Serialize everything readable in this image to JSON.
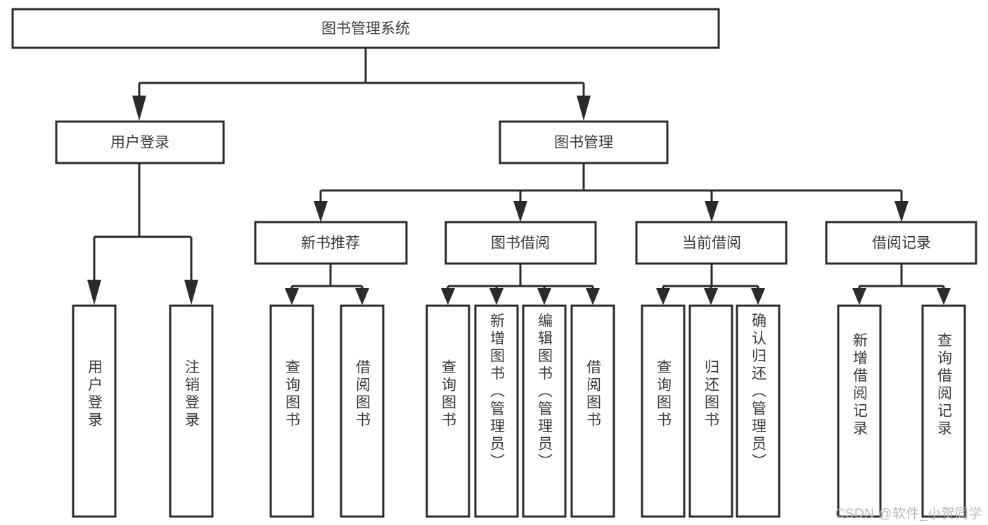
{
  "diagram": {
    "type": "tree",
    "orientation": "top-down",
    "title": "图书管理系统",
    "watermark": "CSDN @软件_小贺同学",
    "colors": {
      "box_stroke": "#2b2b2b",
      "box_fill": "#ffffff",
      "text": "#3a3a3a",
      "connector": "#2b2b2b",
      "watermark": "#b9b9b9",
      "background": "#ffffff"
    },
    "root": {
      "label": "图书管理系统"
    },
    "level1": [
      {
        "id": "user-login",
        "label": "用户登录"
      },
      {
        "id": "book-manage",
        "label": "图书管理"
      }
    ],
    "level2": [
      {
        "id": "new-book-recommend",
        "label": "新书推荐",
        "parent": "book-manage"
      },
      {
        "id": "book-borrow",
        "label": "图书借阅",
        "parent": "book-manage"
      },
      {
        "id": "current-borrow",
        "label": "当前借阅",
        "parent": "book-manage"
      },
      {
        "id": "borrow-record",
        "label": "借阅记录",
        "parent": "book-manage"
      }
    ],
    "leaves": [
      {
        "id": "leaf-user-login",
        "label": "用户登录",
        "parent": "user-login"
      },
      {
        "id": "leaf-logout",
        "label": "注销登录",
        "parent": "user-login"
      },
      {
        "id": "leaf-query-book-1",
        "label": "查询图书",
        "parent": "new-book-recommend"
      },
      {
        "id": "leaf-borrow-book-1",
        "label": "借阅图书",
        "parent": "new-book-recommend"
      },
      {
        "id": "leaf-query-book-2",
        "label": "查询图书",
        "parent": "book-borrow"
      },
      {
        "id": "leaf-add-book",
        "label": "新增图书（管理员）",
        "parent": "book-borrow"
      },
      {
        "id": "leaf-edit-book",
        "label": "编辑图书（管理员）",
        "parent": "book-borrow"
      },
      {
        "id": "leaf-borrow-book-2",
        "label": "借阅图书",
        "parent": "book-borrow"
      },
      {
        "id": "leaf-query-book-3",
        "label": "查询图书",
        "parent": "current-borrow"
      },
      {
        "id": "leaf-return-book",
        "label": "归还图书",
        "parent": "current-borrow"
      },
      {
        "id": "leaf-confirm-return",
        "label": "确认归还（管理员）",
        "parent": "current-borrow"
      },
      {
        "id": "leaf-add-record",
        "label": "新增借阅记录",
        "parent": "borrow-record"
      },
      {
        "id": "leaf-query-record",
        "label": "查询借阅记录",
        "parent": "borrow-record"
      }
    ]
  }
}
